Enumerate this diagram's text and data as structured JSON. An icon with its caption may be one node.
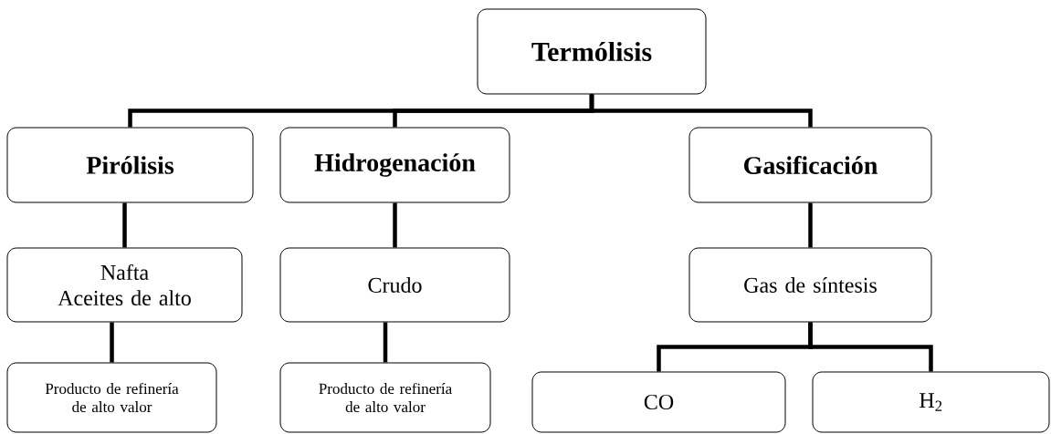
{
  "diagram": {
    "nodes": [
      {
        "text": [
          "Termólisis"
        ]
      },
      {
        "text": [
          "Pirólisis"
        ]
      },
      {
        "text": [
          "Hidrogenación"
        ]
      },
      {
        "text": [
          "Gasificación"
        ]
      },
      {
        "text": [
          "Nafta",
          "Aceites de alto"
        ]
      },
      {
        "text": [
          "Crudo"
        ]
      },
      {
        "text": [
          "Gas de síntesis"
        ]
      },
      {
        "text": [
          "Producto de refinería de alto valor"
        ]
      },
      {
        "text": [
          "Producto de refinería de alto valor"
        ]
      },
      {
        "text": [
          "CO"
        ]
      },
      {
        "text": [
          "H$_{2}$"
        ]
      }
    ],
    "edges": [
      {
        "from": 0,
        "to": 1,
        "arrow": "none"
      },
      {
        "from": 0,
        "to": 2,
        "arrow": "none"
      },
      {
        "from": 0,
        "to": 3,
        "arrow": "none"
      },
      {
        "from": 1,
        "to": 4,
        "arrow": "none"
      },
      {
        "from": 4,
        "to": 7,
        "arrow": "none"
      },
      {
        "from": 2,
        "to": 5,
        "arrow": "none"
      },
      {
        "from": 5,
        "to": 8,
        "arrow": "none"
      },
      {
        "from": 3,
        "to": 6,
        "arrow": "none"
      },
      {
        "from": 6,
        "to": 9,
        "arrow": "none"
      },
      {
        "from": 6,
        "to": 10,
        "arrow": "none"
      }
    ]
  }
}
